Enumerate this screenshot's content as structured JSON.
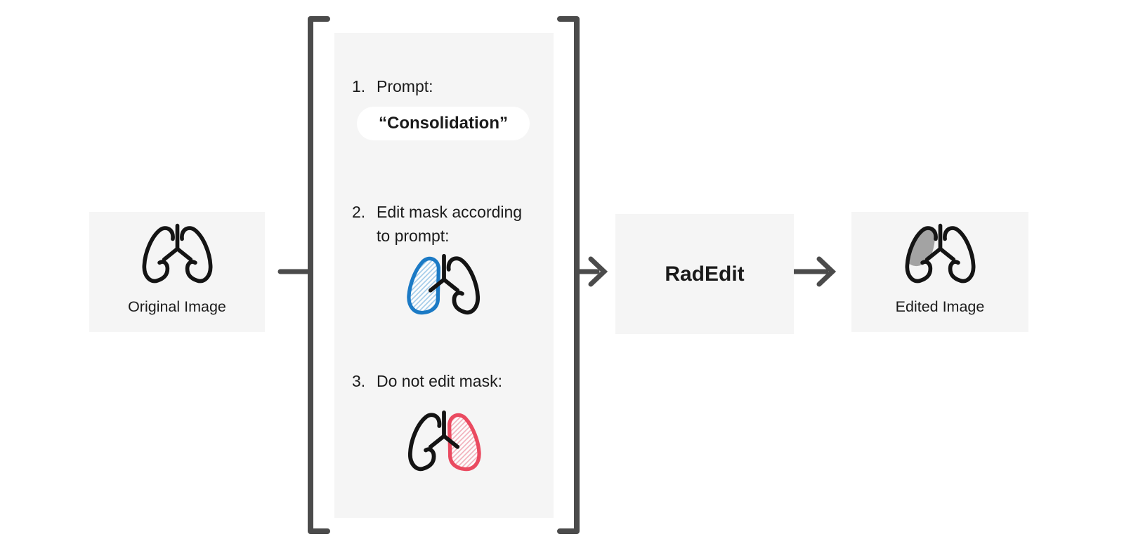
{
  "colors": {
    "background": "#ffffff",
    "node_bg": "#f5f5f5",
    "connector": "#4b4b4b",
    "icon_stroke": "#141414",
    "text": "#1b1b1b",
    "edit_mask_blue": "#1b7ac5",
    "edit_mask_blue_hatch": "#a3cbe9",
    "keep_mask_red": "#ea4a60",
    "keep_mask_red_hatch": "#f2b0bb",
    "edited_region_gray": "#a3a3a3",
    "pill_bg": "#ffffff"
  },
  "nodes": {
    "original": {
      "label": "Original Image"
    },
    "model": {
      "label": "RadEdit"
    },
    "edited": {
      "label": "Edited Image"
    }
  },
  "inputs": {
    "item1": {
      "number": "1.",
      "label": "Prompt:"
    },
    "prompt_pill": "“Consolidation”",
    "item2": {
      "number": "2.",
      "label": "Edit mask according to prompt:"
    },
    "item3": {
      "number": "3.",
      "label": "Do not edit mask:"
    }
  },
  "icons": {
    "original": "lungs-icon",
    "edit_mask": "lungs-edit-mask-blue-icon",
    "keep_mask": "lungs-keep-mask-red-icon",
    "edited": "lungs-consolidation-icon",
    "arrows": "arrow-right-icon",
    "brackets": "square-bracket"
  }
}
